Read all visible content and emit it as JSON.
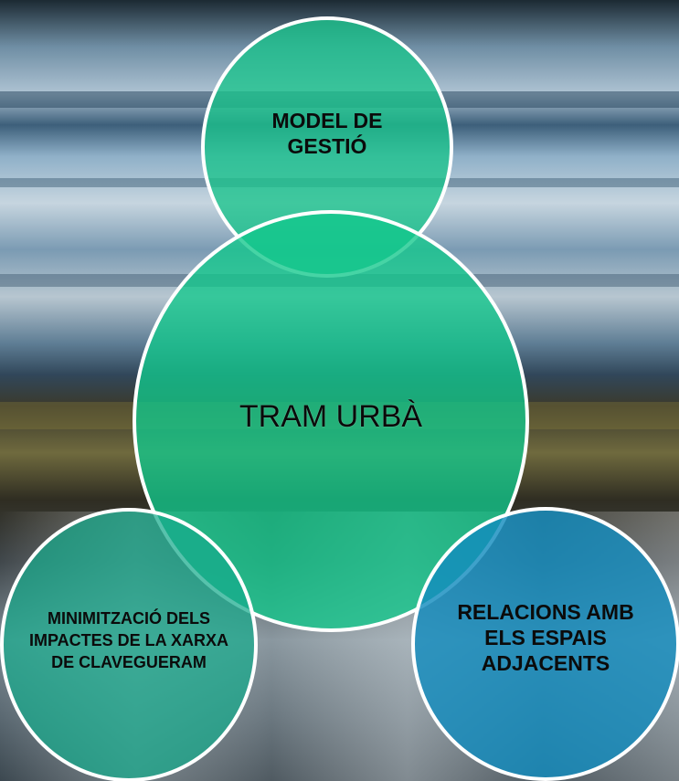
{
  "diagram": {
    "center": {
      "label": "TRAM URBÀ"
    },
    "top": {
      "label": "MODEL DE GESTIÓ"
    },
    "bottom_left": {
      "label": "MINIMITZACIÓ DELS IMPACTES DE LA XARXA DE CLAVEGUERAM"
    },
    "bottom_right": {
      "label": "RELACIONS AMB ELS ESPAIS ADJACENTS"
    }
  },
  "colors": {
    "top_circle": "#1ac48c",
    "center_circle": "#12c88c",
    "bottom_left_circle": "#16aa8c",
    "bottom_right_circle": "#148cbe",
    "outline": "#ffffff"
  }
}
